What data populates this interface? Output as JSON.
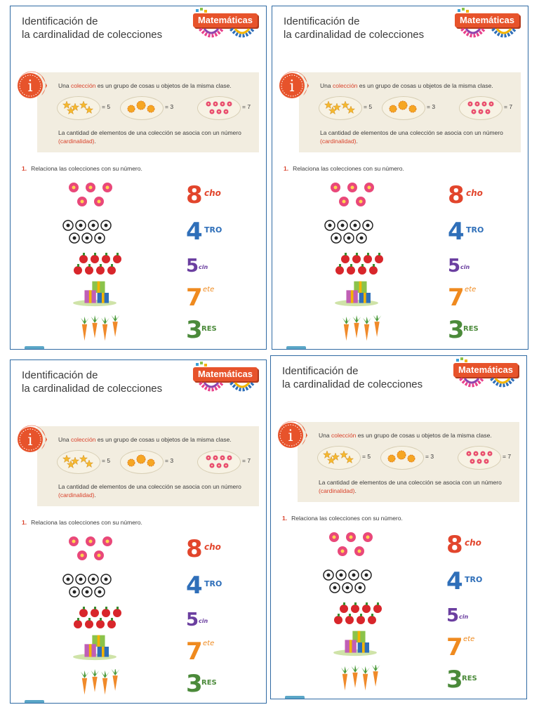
{
  "page": {
    "title_line1": "Identificación de",
    "title_line2": "la cardinalidad de colecciones",
    "subject_badge": "Matemáticas",
    "info_icon_glyph": "i",
    "info": {
      "text1_before": "Una",
      "text1_highlight": "colección",
      "text1_after": "es un grupo de cosas u objetos de la misma clase.",
      "examples": [
        {
          "icon": "star-icon",
          "count_label": "= 5"
        },
        {
          "icon": "sun-icon",
          "count_label": "= 3"
        },
        {
          "icon": "flower-icon",
          "count_label": "= 7"
        }
      ],
      "text2_before": "La cantidad de elementos de una colección se asocia con un número",
      "text2_highlight": "(cardinalidad)",
      "text2_after": "."
    },
    "question": {
      "number": "1.",
      "text": "Relaciona las colecciones con su número."
    },
    "collections": [
      "flowers",
      "soccer-balls",
      "apples",
      "gifts",
      "carrots"
    ],
    "numerals": [
      {
        "digit": "8",
        "word": "ocho",
        "color": "#e2452c"
      },
      {
        "digit": "4",
        "word": "cuatro",
        "color": "#2f6fb9"
      },
      {
        "digit": "5",
        "word": "cinco",
        "color": "#6b3fa0"
      },
      {
        "digit": "7",
        "word": "siete",
        "color": "#ef8a1f"
      },
      {
        "digit": "3",
        "word": "tres",
        "color": "#4b8a3a"
      }
    ],
    "visible_words": [
      "cho",
      "TRO",
      "cin",
      "ete",
      "RES"
    ]
  },
  "colors": {
    "border": "#2f6aa3",
    "accent": "#e7532b",
    "info_bg": "#f2ede0",
    "highlight": "#d9412a"
  }
}
